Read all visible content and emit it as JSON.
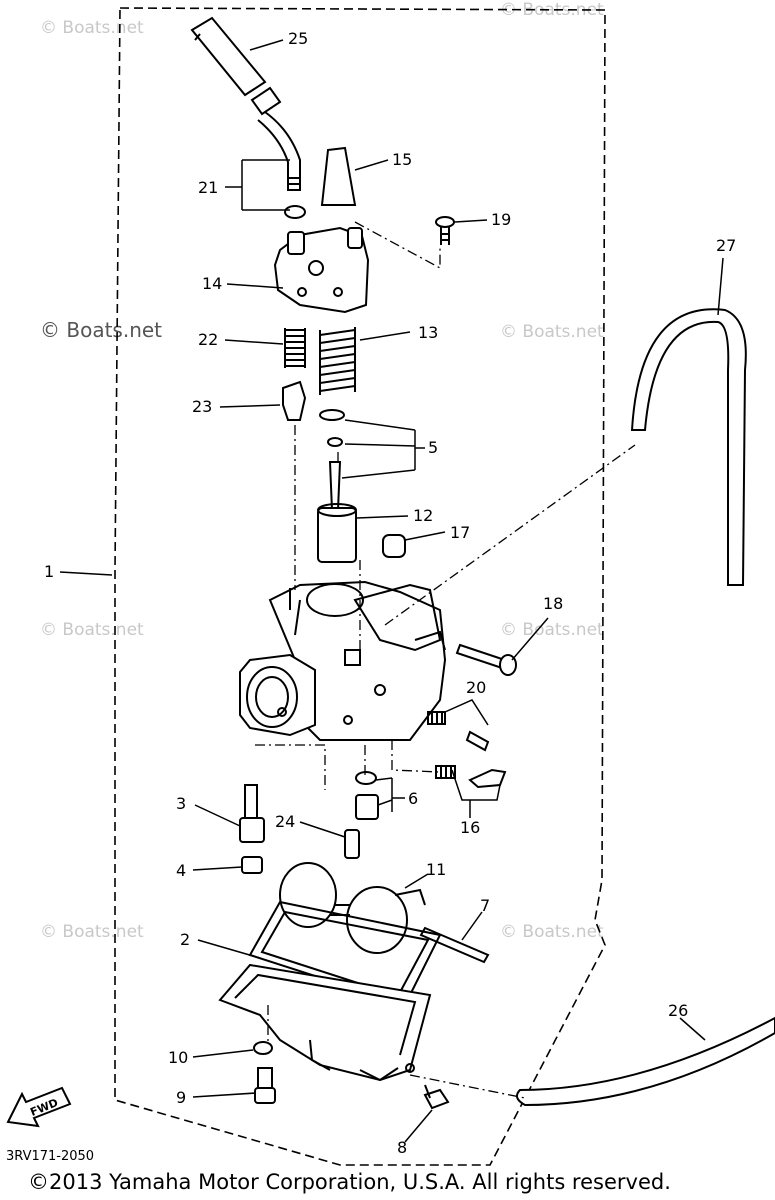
{
  "watermark": "© Boats.net",
  "part_labels": [
    "25",
    "21",
    "15",
    "19",
    "14",
    "27",
    "22",
    "13",
    "23",
    "5",
    "12",
    "17",
    "1",
    "18",
    "20",
    "16",
    "3",
    "6",
    "24",
    "4",
    "11",
    "7",
    "2",
    "26",
    "10",
    "9",
    "8"
  ],
  "fwd_label": "FWD",
  "diagram_code": "3RV171-2050",
  "copyright": "©2013 Yamaha Motor Corporation, U.S.A. All rights reserved."
}
